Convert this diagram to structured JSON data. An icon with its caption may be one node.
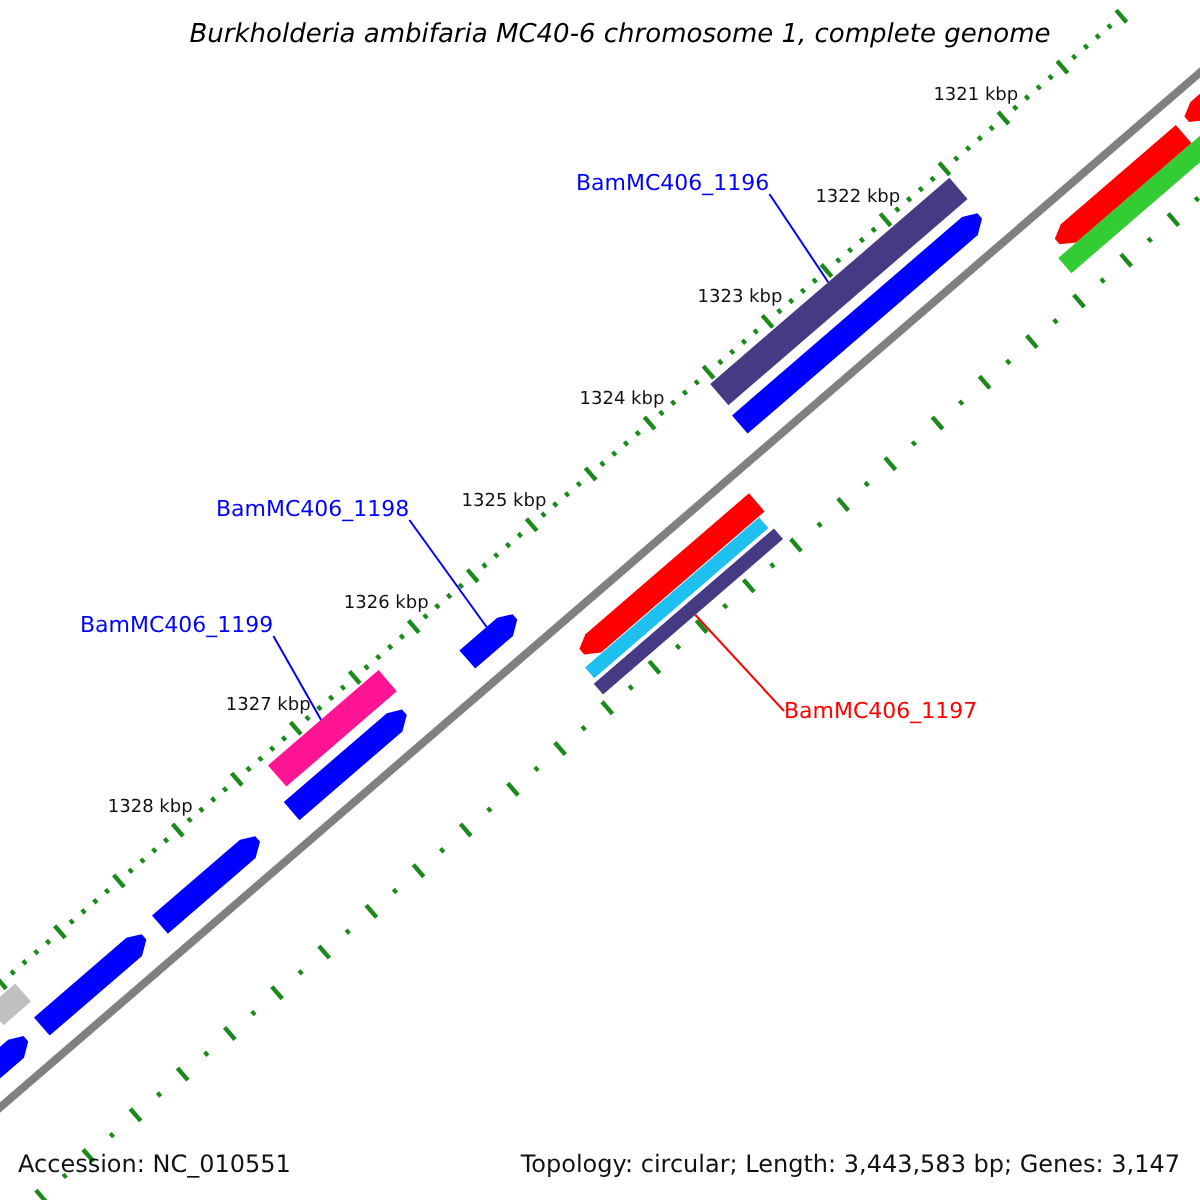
{
  "diagram": {
    "title": "Burkholderia ambifaria MC40-6 chromosome 1, complete genome",
    "nodes": [
      {
        "text": [
          "BamMC406_1196"
        ]
      },
      {
        "text": [],
        "shape": "bar"
      },
      {
        "text": [
          "BamMC406_1198"
        ]
      },
      {
        "text": [],
        "shape": "arrow"
      },
      {
        "text": [
          "BamMC406_1199"
        ]
      },
      {
        "text": [],
        "shape": "bar"
      },
      {
        "text": [
          "BamMC406_1197"
        ]
      },
      {
        "text": [],
        "shape": "bar"
      },
      {
        "text": [],
        "shape": "arrow"
      },
      {
        "text": [],
        "shape": "arrow"
      },
      {
        "text": [],
        "shape": "bar"
      },
      {
        "text": [],
        "shape": "arrow"
      },
      {
        "text": [],
        "shape": "arrow"
      },
      {
        "text": [],
        "shape": "bar"
      },
      {
        "text": [],
        "shape": "arrow"
      },
      {
        "text": [],
        "shape": "arrow"
      },
      {
        "text": [],
        "shape": "arrow"
      },
      {
        "text": [],
        "shape": "bar"
      },
      {
        "text": [],
        "shape": "arrow"
      }
    ],
    "edges": [
      {
        "from": 0,
        "to": 1,
        "arrow": "none"
      },
      {
        "from": 2,
        "to": 3,
        "arrow": "none"
      },
      {
        "from": 4,
        "to": 5,
        "arrow": "none"
      },
      {
        "from": 6,
        "to": 7,
        "arrow": "none",
        "color": "#ff0000"
      }
    ],
    "labels": [
      "1321 kbp",
      "1322 kbp",
      "1323 kbp",
      "1324 kbp",
      "1325 kbp",
      "1326 kbp",
      "1327 kbp",
      "1328 kbp",
      "Accession: NC_010551",
      "Topology: circular; Length: 3,443,583 bp; Genes: 3,147"
    ]
  }
}
